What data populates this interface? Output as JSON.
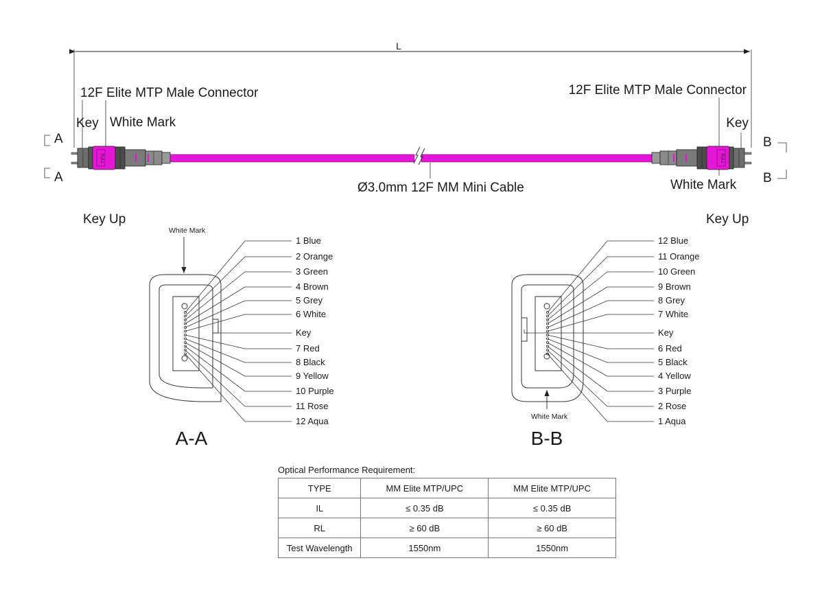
{
  "cable": {
    "length_label": "L",
    "left_connector": "12F Elite MTP Male Connector",
    "right_connector": "12F Elite MTP Male Connector",
    "left_key": "Key",
    "left_white_mark": "White Mark",
    "right_key": "Key",
    "right_white_mark": "White Mark",
    "section_a_top": "A",
    "section_a_bottom": "A",
    "section_b_top": "B",
    "section_b_bottom": "B",
    "cable_label": "Ø3.0mm 12F MM Mini Cable",
    "cable_color": "#e516d6",
    "boot_label": "PULL"
  },
  "section_a": {
    "key_up": "Key Up",
    "white_mark": "White Mark",
    "title": "A-A",
    "fibers_top": [
      "1 Blue",
      "2 Orange",
      "3 Green",
      "4 Brown",
      "5 Grey",
      "6 White"
    ],
    "key": "Key",
    "fibers_bottom": [
      "7 Red",
      "8 Black",
      "9 Yellow",
      "10 Purple",
      "11 Rose",
      "12 Aqua"
    ]
  },
  "section_b": {
    "key_up": "Key Up",
    "white_mark": "White Mark",
    "title": "B-B",
    "fibers_top": [
      "12 Blue",
      "11 Orange",
      "10 Green",
      "9 Brown",
      "8 Grey",
      "7 White"
    ],
    "key": "Key",
    "fibers_bottom": [
      "6 Red",
      "5 Black",
      "4 Yellow",
      "3 Purple",
      "2 Rose",
      "1 Aqua"
    ]
  },
  "performance": {
    "caption": "Optical Performance Requirement:",
    "rows": [
      [
        "TYPE",
        "MM Elite MTP/UPC",
        "MM Elite MTP/UPC"
      ],
      [
        "IL",
        "≤ 0.35 dB",
        "≤ 0.35 dB"
      ],
      [
        "RL",
        "≥ 60 dB",
        "≥ 60 dB"
      ],
      [
        "Test Wavelength",
        "1550nm",
        "1550nm"
      ]
    ]
  }
}
